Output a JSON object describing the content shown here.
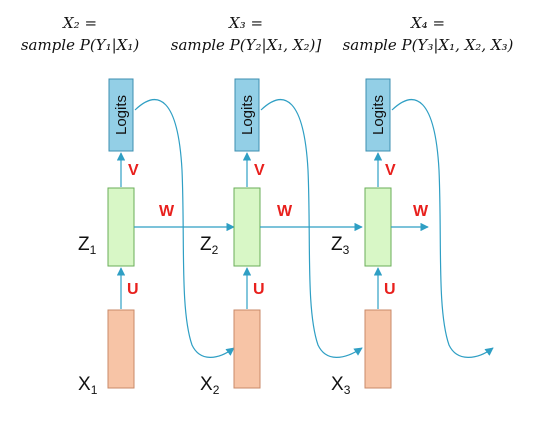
{
  "colors": {
    "logits_fill": "#93cfe6",
    "logits_stroke": "#3c8fb0",
    "hidden_fill": "#d8f7c6",
    "hidden_stroke": "#6aae58",
    "input_fill": "#f7c4a6",
    "input_stroke": "#c88a68",
    "arrow": "#2f9fc4",
    "weight_label": "#e8201d",
    "text": "#111111"
  },
  "steps": [
    {
      "formula_line1": "X₂ =",
      "formula_line2": "sample P(Y₁|X₁)",
      "logits_label": "Logits",
      "v_label": "V",
      "u_label": "U",
      "w_label": "W",
      "z_label": "Z",
      "z_sub": "1",
      "input_label": "X",
      "input_sub": "1"
    },
    {
      "formula_line1": "X₃ =",
      "formula_line2": "sample P(Y₂|X₁, X₂)]",
      "logits_label": "Logits",
      "v_label": "V",
      "u_label": "U",
      "w_label": "W",
      "z_label": "Z",
      "z_sub": "2",
      "input_label": "X",
      "input_sub": "2"
    },
    {
      "formula_line1": "X₄ =",
      "formula_line2": "sample P(Y₃|X₁, X₂, X₃)",
      "logits_label": "Logits",
      "v_label": "V",
      "u_label": "U",
      "w_label": "W",
      "z_label": "Z",
      "z_sub": "3",
      "input_label": "X",
      "input_sub": "3"
    }
  ]
}
